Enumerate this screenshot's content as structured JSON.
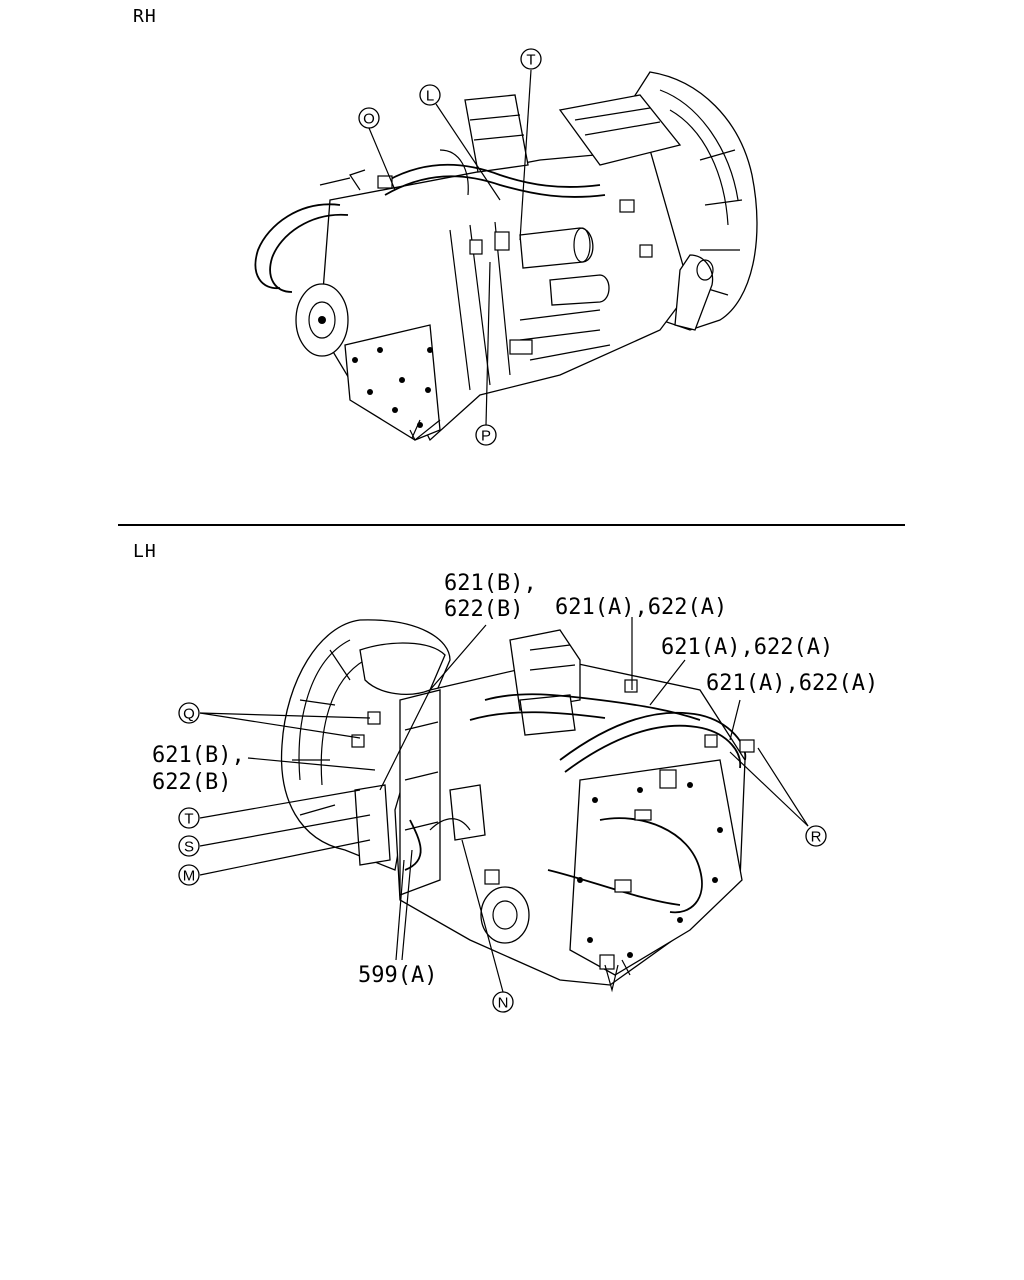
{
  "views": {
    "rh": {
      "tag": "RH",
      "callouts": [
        "O",
        "L",
        "T",
        "P"
      ]
    },
    "lh": {
      "tag": "LH",
      "callouts": [
        "Q",
        "T",
        "S",
        "M",
        "N",
        "R"
      ],
      "part_labels": {
        "b_top_1": "621(B),",
        "b_top_2": "622(B)",
        "a_1": "621(A),622(A)",
        "a_2": "621(A),622(A)",
        "a_3": "621(A),622(A)",
        "b_side_1": "621(B),",
        "b_side_2": "622(B)",
        "a599": "599(A)"
      }
    }
  }
}
